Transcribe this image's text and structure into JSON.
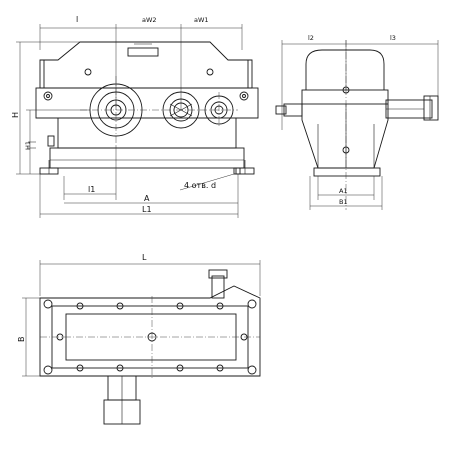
{
  "labels": {
    "l": "l",
    "aW2": "aW2",
    "aW1": "aW1",
    "H": "H",
    "H1": "H1",
    "l1": "l1",
    "A": "A",
    "L1": "L1",
    "holes": "4 отв. d",
    "l2": "l2",
    "l3": "l3",
    "A1": "A1",
    "B1": "B1",
    "L": "L",
    "B": "B"
  }
}
